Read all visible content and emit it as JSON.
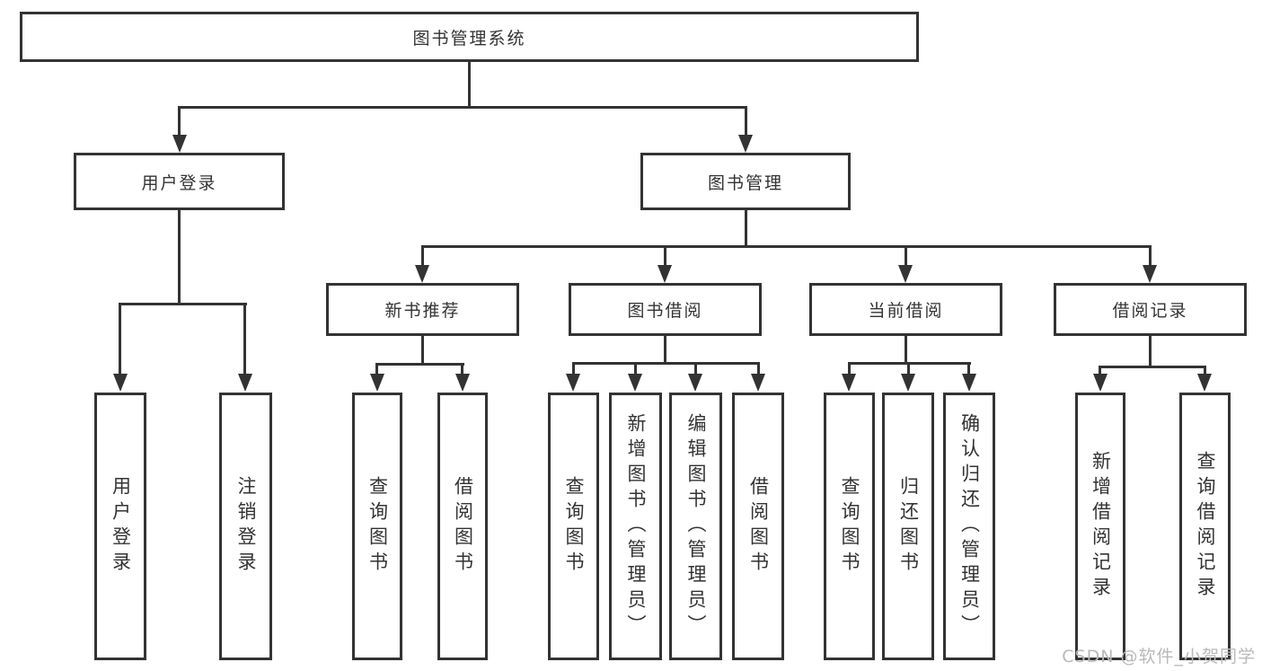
{
  "tree": {
    "root": {
      "label": "图书管理系统"
    },
    "branches": [
      {
        "label": "用户登录",
        "children": [
          {
            "label": "用户登录"
          },
          {
            "label": "注销登录"
          }
        ]
      },
      {
        "label": "图书管理",
        "children": [
          {
            "label": "新书推荐",
            "children": [
              {
                "label": "查询图书"
              },
              {
                "label": "借阅图书"
              }
            ]
          },
          {
            "label": "图书借阅",
            "children": [
              {
                "label": "查询图书"
              },
              {
                "label": "新增图书（管理员）"
              },
              {
                "label": "编辑图书（管理员）"
              },
              {
                "label": "借阅图书"
              }
            ]
          },
          {
            "label": "当前借阅",
            "children": [
              {
                "label": "查询图书"
              },
              {
                "label": "归还图书"
              },
              {
                "label": "确认归还（管理员）"
              }
            ]
          },
          {
            "label": "借阅记录",
            "children": [
              {
                "label": "新增借阅记录"
              },
              {
                "label": "查询借阅记录"
              }
            ]
          }
        ]
      }
    ]
  },
  "watermark": {
    "text": "CSDN @软件_小贺同学",
    "color": "#b9b9b9"
  },
  "colors": {
    "line": "#333333",
    "box_border": "#333333",
    "text": "#333333",
    "background": "#ffffff"
  }
}
